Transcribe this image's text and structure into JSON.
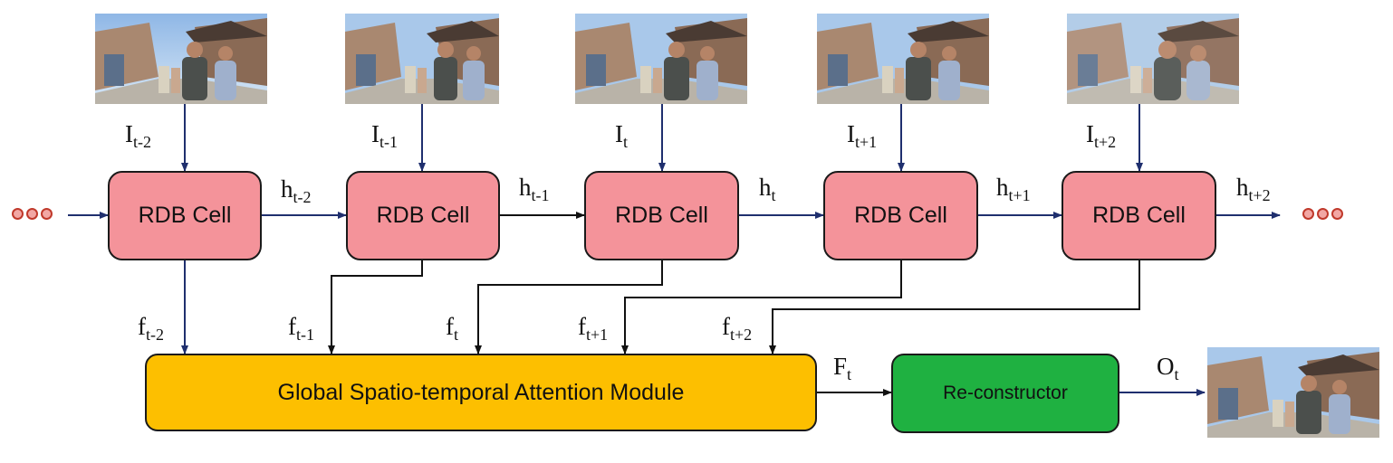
{
  "input_frames": [
    {
      "label": "I",
      "sub": "t-2"
    },
    {
      "label": "I",
      "sub": "t-1"
    },
    {
      "label": "I",
      "sub": "t"
    },
    {
      "label": "I",
      "sub": "t+1"
    },
    {
      "label": "I",
      "sub": "t+2"
    }
  ],
  "cells": [
    "RDB Cell",
    "RDB Cell",
    "RDB Cell",
    "RDB Cell",
    "RDB Cell"
  ],
  "hidden_states": [
    {
      "label": "h",
      "sub": "t-2"
    },
    {
      "label": "h",
      "sub": "t-1"
    },
    {
      "label": "h",
      "sub": "t"
    },
    {
      "label": "h",
      "sub": "t+1"
    },
    {
      "label": "h",
      "sub": "t+2"
    }
  ],
  "features": [
    {
      "label": "f",
      "sub": "t-2"
    },
    {
      "label": "f",
      "sub": "t-1"
    },
    {
      "label": "f",
      "sub": "t"
    },
    {
      "label": "f",
      "sub": "t+1"
    },
    {
      "label": "f",
      "sub": "t+2"
    }
  ],
  "attention_module": "Global Spatio-temporal Attention Module",
  "fused_feature": {
    "label": "F",
    "sub": "t"
  },
  "reconstructor": "Re-constructor",
  "output": {
    "label": "O",
    "sub": "t"
  },
  "colors": {
    "rdb_cell": "#f4939a",
    "attention": "#fdbf00",
    "reconstructor": "#1fb141",
    "arrow": "#1f2f6e"
  }
}
